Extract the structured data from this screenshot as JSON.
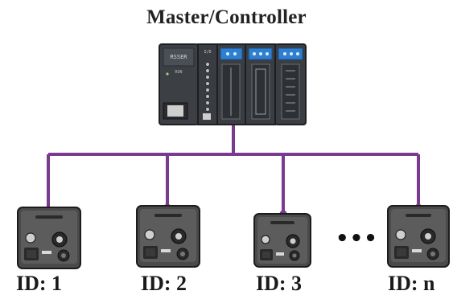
{
  "title": "Master/Controller",
  "plc": {
    "cpu_text": "RSSER",
    "cpu_subtext": "RUN",
    "io_text": "I/O"
  },
  "slaves": [
    {
      "id_label": "ID: 1"
    },
    {
      "id_label": "ID: 2"
    },
    {
      "id_label": "ID: 3"
    },
    {
      "id_label": "ID: n"
    }
  ],
  "ellipsis": "•••",
  "colors": {
    "bus": "#7a3a90",
    "device_body": "#4a4a4a",
    "device_face": "#5c5c5c",
    "plc_body": "#3c3f44",
    "plc_terminal": "#2f7fd0"
  }
}
